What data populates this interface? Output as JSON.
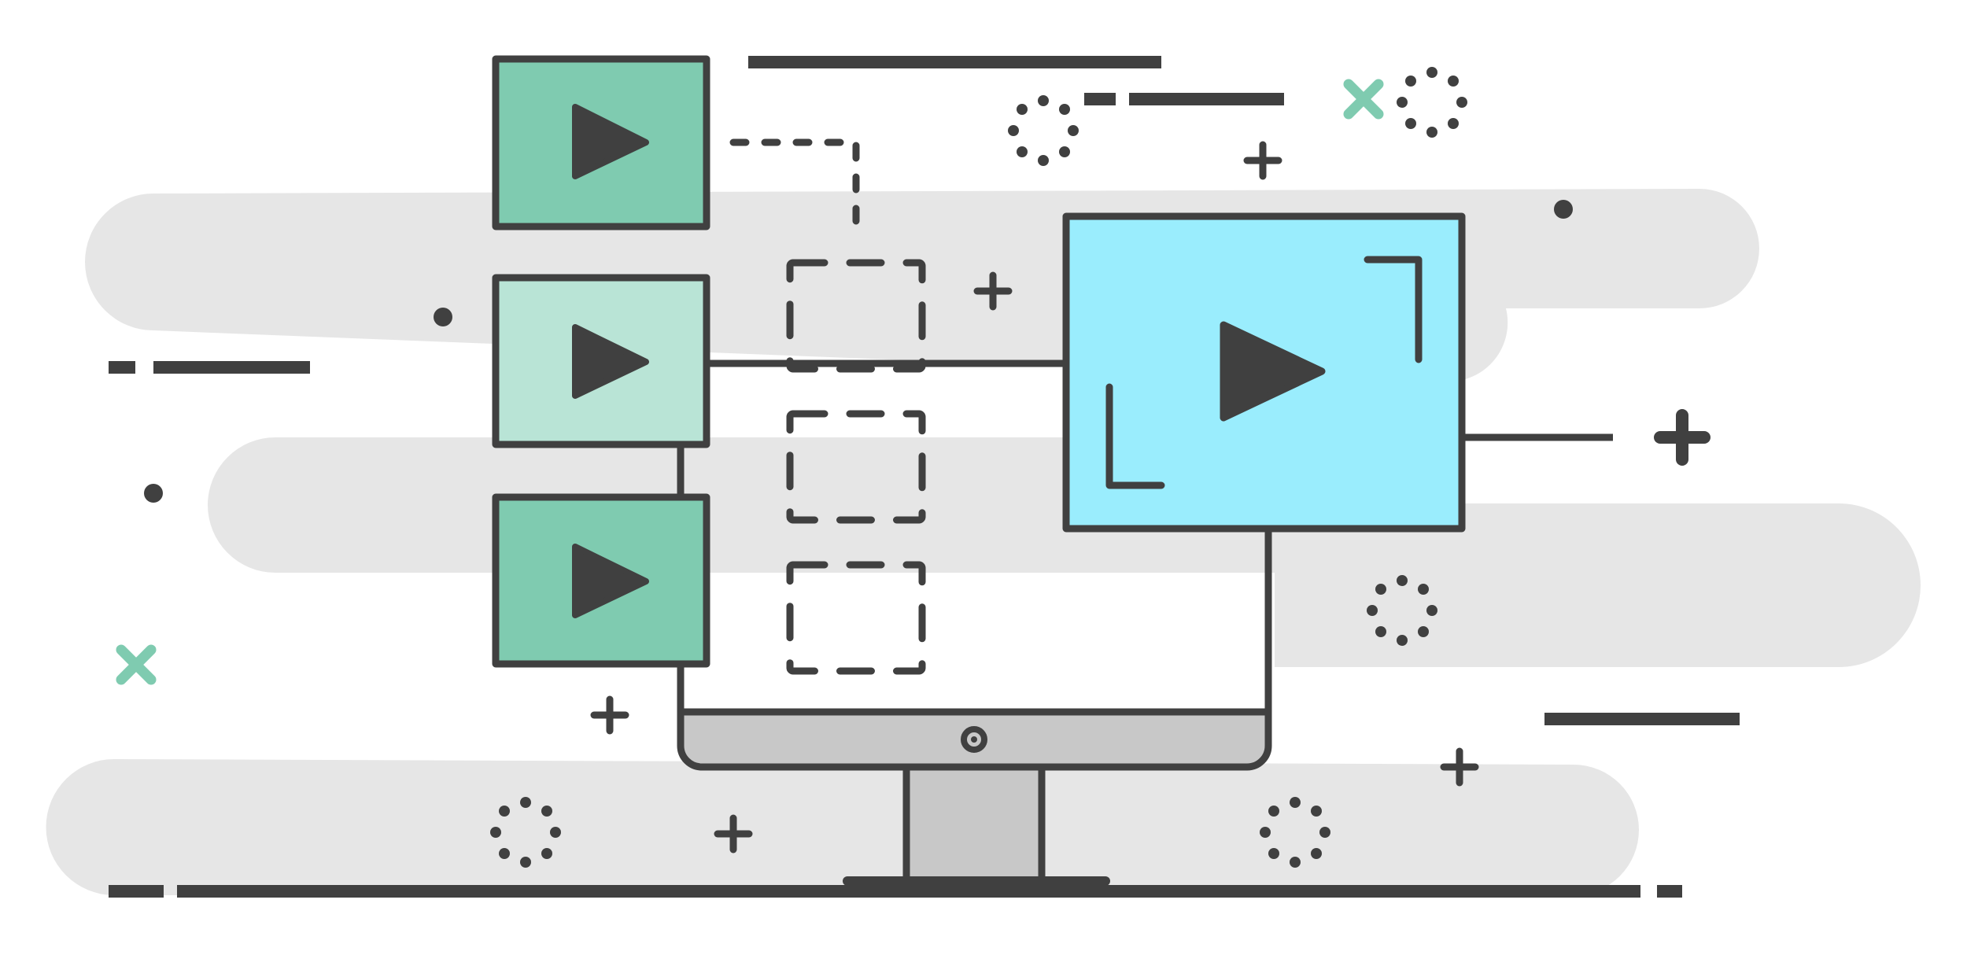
{
  "colors": {
    "background": "#ffffff",
    "cloud": "#e6e6e6",
    "stroke": "#404040",
    "thumb_dark": "#7fcbb0",
    "thumb_light": "#b9e4d6",
    "screen": "#9aedfd",
    "monitor_body": "#c8c8c8",
    "accent_x": "#7fcbb0"
  },
  "illustration": {
    "subject": "video-editor-monitor",
    "thumbnails": [
      {
        "icon": "play-icon",
        "tone": "dark"
      },
      {
        "icon": "play-icon",
        "tone": "light"
      },
      {
        "icon": "play-icon",
        "tone": "dark"
      }
    ],
    "main_screen_icon": "play-icon",
    "placeholder_slots": 3,
    "decorations": [
      "plus-icon",
      "dot-ring-icon",
      "x-mark-icon",
      "dot-icon",
      "dash-line"
    ]
  }
}
